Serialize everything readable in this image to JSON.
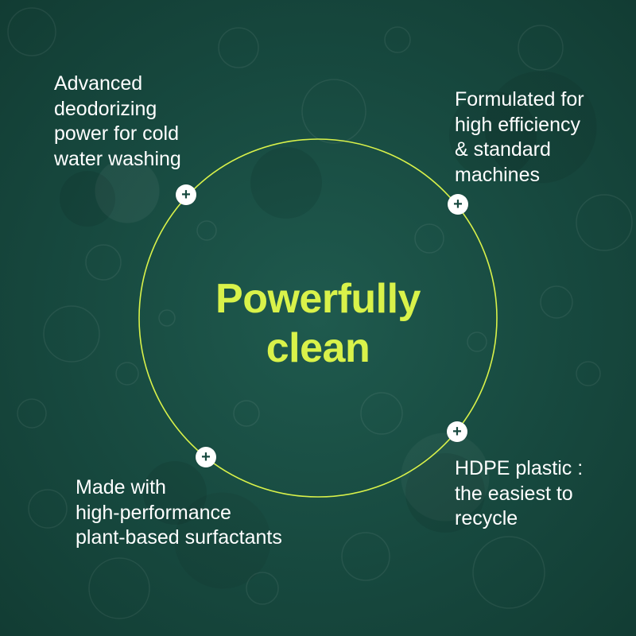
{
  "headline": {
    "line1": "Powerfully",
    "line2": "clean"
  },
  "features": {
    "top_left": [
      "Advanced",
      "deodorizing",
      "power for cold",
      "water washing"
    ],
    "top_right": [
      "Formulated for",
      "high efficiency",
      "& standard",
      "machines"
    ],
    "bottom_left": [
      "Made with",
      "high-performance",
      "plant-based surfactants"
    ],
    "bottom_right": [
      "HDPE plastic :",
      "the easiest to",
      "recycle"
    ]
  },
  "colors": {
    "background": "#17493f",
    "accent": "#d9f24a",
    "text": "#ffffff"
  },
  "icons": {
    "marker": "plus-icon"
  }
}
